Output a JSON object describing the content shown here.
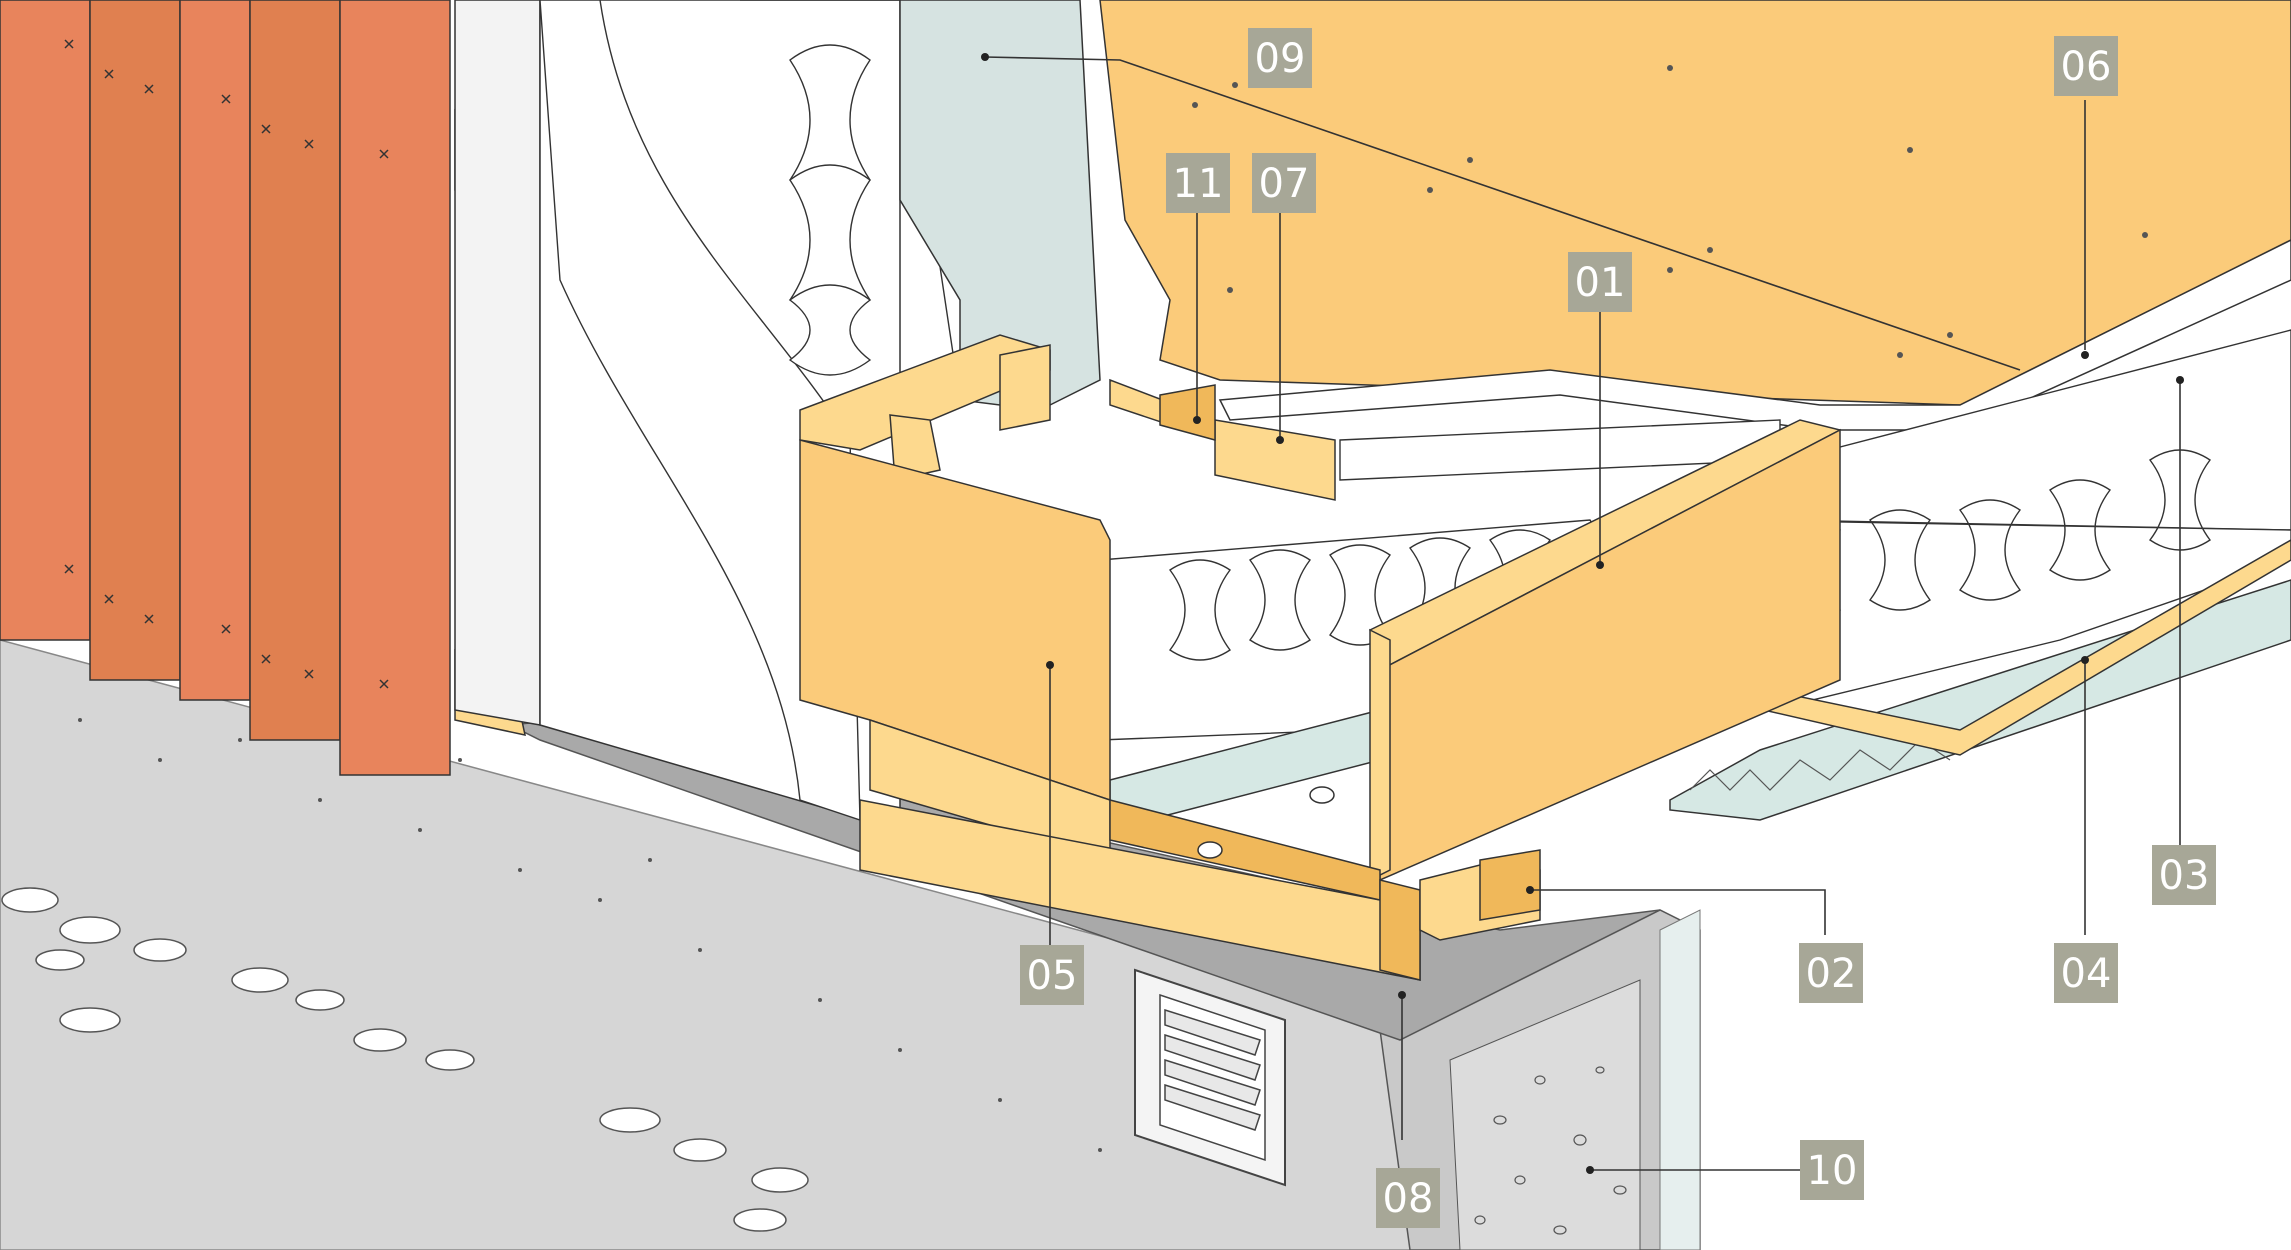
{
  "labels": {
    "01": "01",
    "02": "02",
    "03": "03",
    "04": "04",
    "05": "05",
    "06": "06",
    "07": "07",
    "08": "08",
    "09": "09",
    "10": "10",
    "11": "11"
  },
  "colors": {
    "cladding": "#e8845c",
    "timber": "#fdd98e",
    "timber_dark": "#f0b85a",
    "floor_board": "#fbcb7a",
    "insulation": "#ffffff",
    "membrane": "#d6e3e1",
    "ground": "#d6d6d6",
    "foundation": "#c9c9c9",
    "flashing": "#a9a9a9",
    "label_bg": "#a7a797"
  }
}
